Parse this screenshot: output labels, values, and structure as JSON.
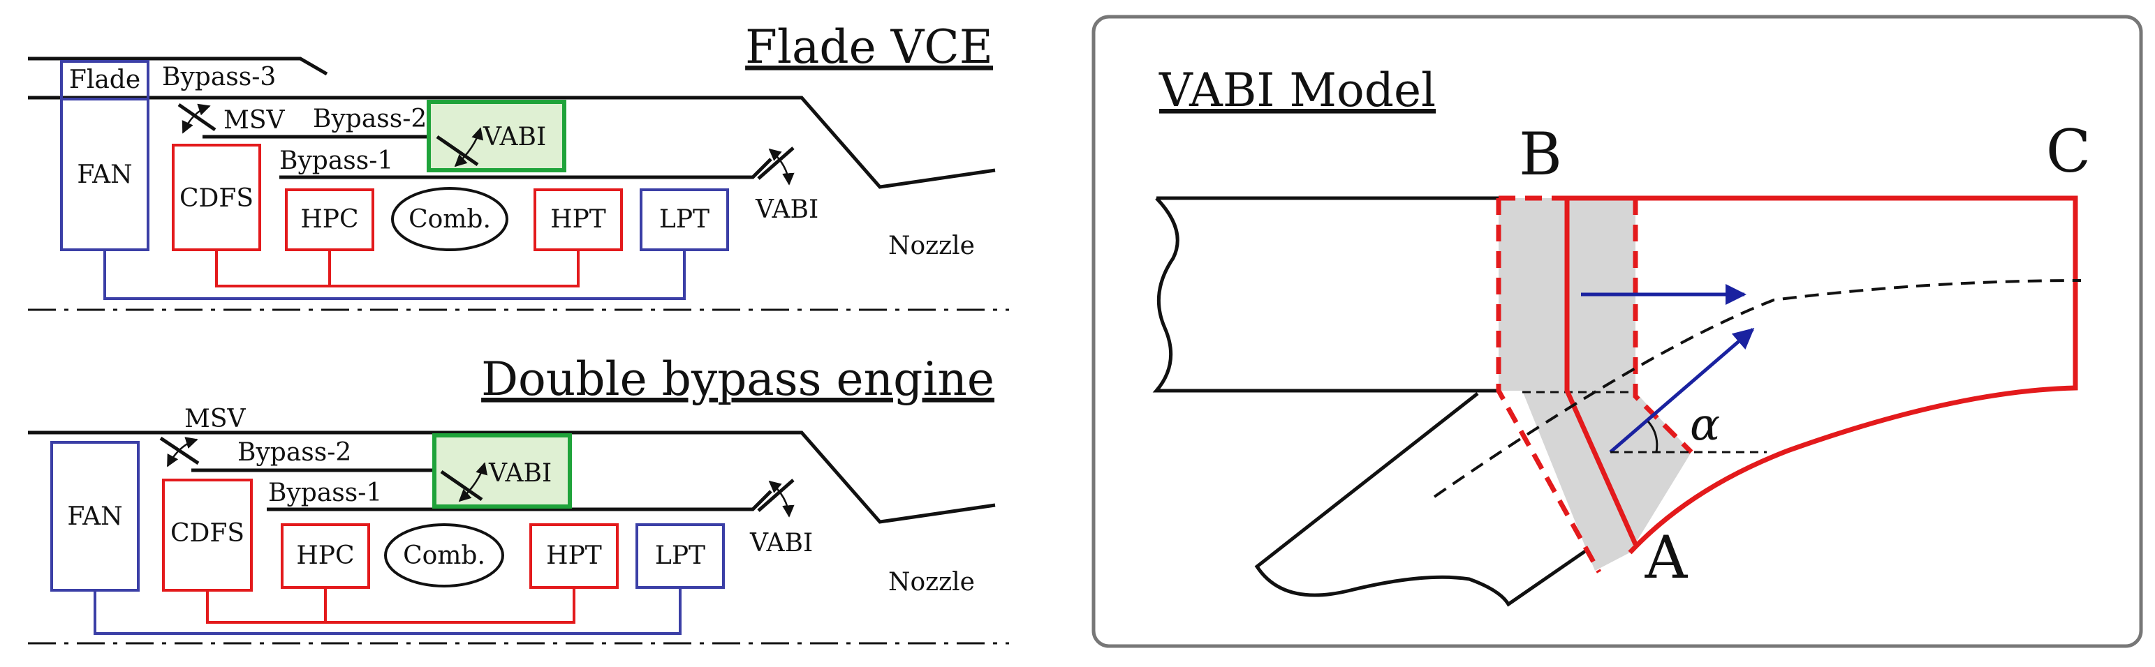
{
  "colors": {
    "black": "#111111",
    "blue": "#3b3fa6",
    "red": "#e31a1c",
    "green": "#1fa33a",
    "green_fill": "#dff0d3",
    "gray_fill": "#d6d6d6",
    "arrow_blue": "#1a22a0",
    "panel_border": "#777777"
  },
  "flade": {
    "title": "Flade VCE",
    "flade": "Flade",
    "bypass3": "Bypass-3",
    "msv": "MSV",
    "bypass2": "Bypass-2",
    "vabi_box": "VABI",
    "bypass1": "Bypass-1",
    "fan": "FAN",
    "cdfs": "CDFS",
    "hpc": "HPC",
    "comb": "Comb.",
    "hpt": "HPT",
    "lpt": "LPT",
    "vabi_rear": "VABI",
    "nozzle": "Nozzle"
  },
  "double": {
    "title": "Double bypass engine",
    "msv": "MSV",
    "bypass2": "Bypass-2",
    "vabi_box": "VABI",
    "bypass1": "Bypass-1",
    "fan": "FAN",
    "cdfs": "CDFS",
    "hpc": "HPC",
    "comb": "Comb.",
    "hpt": "HPT",
    "lpt": "LPT",
    "vabi_rear": "VABI",
    "nozzle": "Nozzle"
  },
  "model": {
    "title": "VABI Model",
    "point_a": "A",
    "point_b": "B",
    "point_c": "C",
    "angle": "α"
  }
}
